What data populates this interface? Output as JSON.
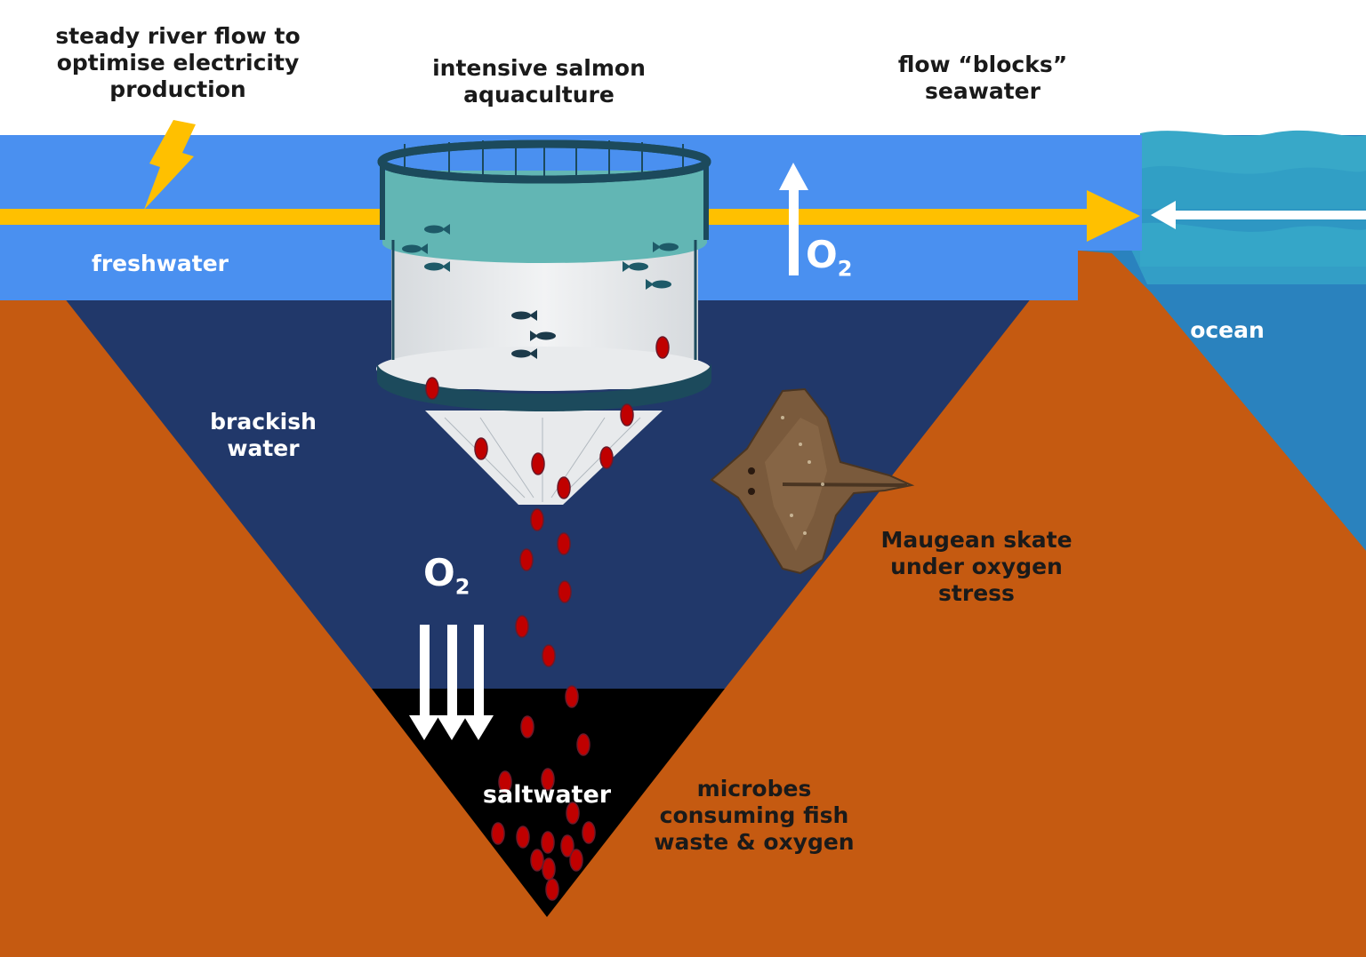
{
  "labels": {
    "river_flow": "steady river flow to optimise electricity production",
    "aquaculture": "intensive salmon aquaculture",
    "blocks": "flow “blocks” seawater",
    "freshwater": "freshwater",
    "brackish": "brackish water",
    "saltwater": "saltwater",
    "ocean": "ocean",
    "skate": "Maugean skate under oxygen stress",
    "microbes": "microbes consuming fish waste & oxygen",
    "o2_up": "O",
    "o2_up_sub": "2",
    "o2_down": "O",
    "o2_down_sub": "2"
  },
  "icons": [
    "lightning-icon",
    "flow-arrow-icon",
    "seawater-arrow-icon",
    "oxygen-up-arrow-icon",
    "oxygen-down-arrows-icon",
    "salmon-pen-icon",
    "fish-icon",
    "skate-icon",
    "waste-pellet-icon"
  ],
  "colors": {
    "freshwater": "#4a90f0",
    "brackish": "#21386a",
    "saltwater": "#000000",
    "sediment": "#c55a11",
    "ocean": "#2a82be",
    "flow_arrow": "#ffc000",
    "waste": "#c00000",
    "pen_band": "#62b6b4",
    "pen_rim": "#1c4a5c"
  }
}
